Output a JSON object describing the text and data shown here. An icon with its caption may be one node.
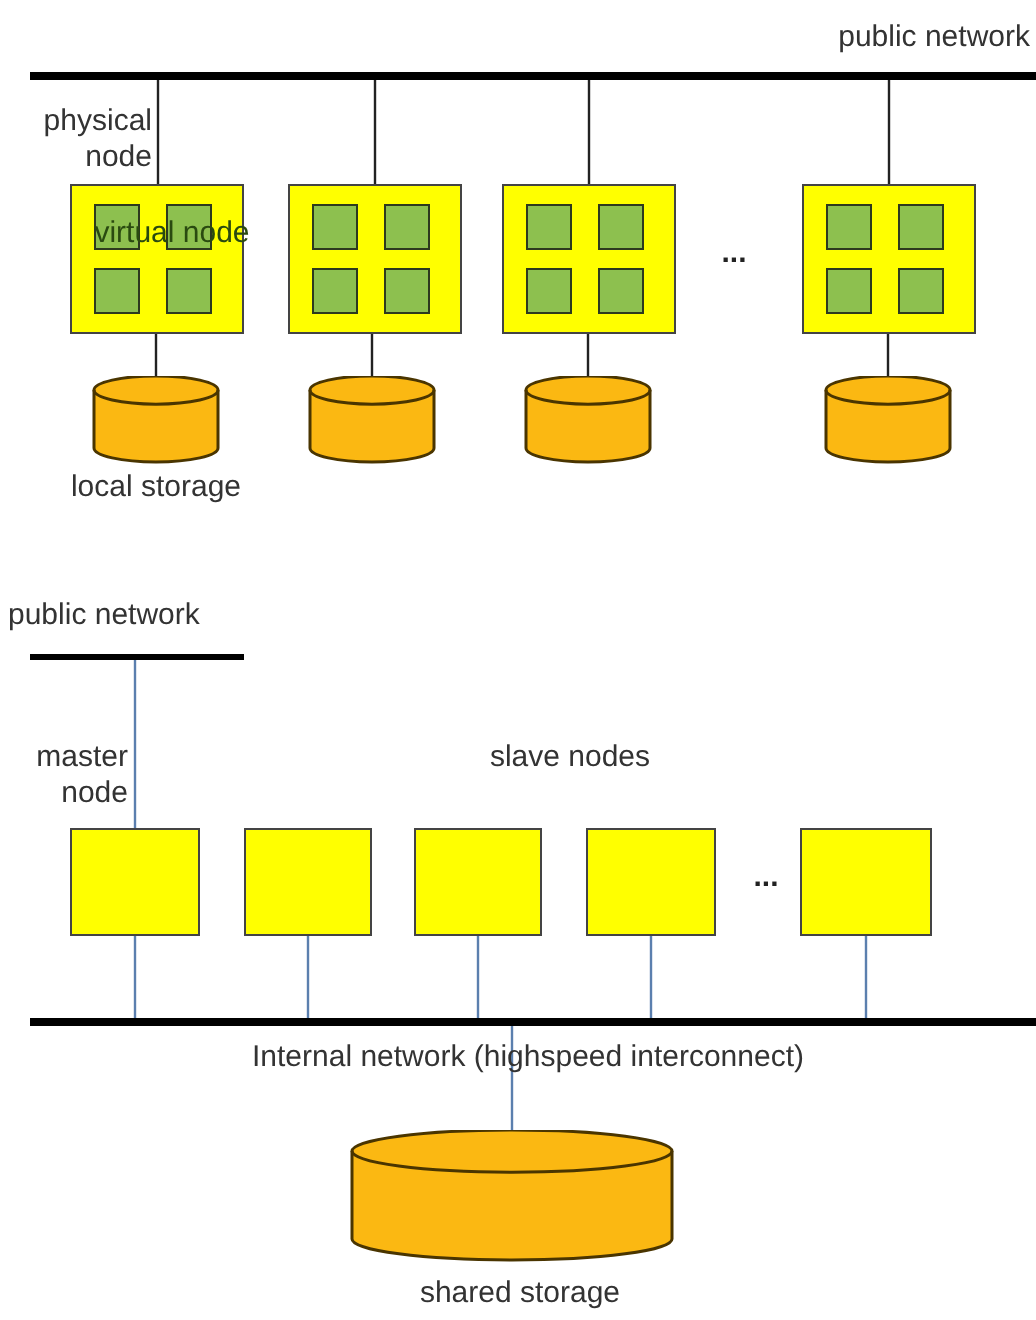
{
  "diagram": {
    "nodes": [
      {
        "text": [],
        "shape": "bar",
        "beside": [
          "public network"
        ]
      },
      {
        "text": [],
        "shape": "box",
        "beside": [
          "physical node"
        ]
      },
      {
        "text": [],
        "shape": "box",
        "in": 1
      },
      {
        "text": [],
        "shape": "box",
        "in": 1
      },
      {
        "text": [],
        "shape": "box",
        "in": 1
      },
      {
        "text": [],
        "shape": "box",
        "in": 1
      },
      {
        "text": [],
        "shape": "box"
      },
      {
        "text": [],
        "shape": "box",
        "in": 6
      },
      {
        "text": [],
        "shape": "box",
        "in": 6
      },
      {
        "text": [],
        "shape": "box",
        "in": 6
      },
      {
        "text": [],
        "shape": "box",
        "in": 6
      },
      {
        "text": [],
        "shape": "box"
      },
      {
        "text": [],
        "shape": "box",
        "in": 11
      },
      {
        "text": [],
        "shape": "box",
        "in": 11
      },
      {
        "text": [],
        "shape": "box",
        "in": 11
      },
      {
        "text": [],
        "shape": "box",
        "in": 11
      },
      {
        "text": [],
        "shape": "box"
      },
      {
        "text": [],
        "shape": "box",
        "in": 16
      },
      {
        "text": [],
        "shape": "box",
        "in": 16
      },
      {
        "text": [],
        "shape": "box",
        "in": 16
      },
      {
        "text": [],
        "shape": "box",
        "in": 16
      },
      {
        "text": [],
        "shape": "cylinder",
        "beside": [
          "local storage"
        ]
      },
      {
        "text": [],
        "shape": "cylinder"
      },
      {
        "text": [],
        "shape": "cylinder"
      },
      {
        "text": [],
        "shape": "cylinder"
      },
      {
        "text": [],
        "shape": "bar",
        "beside": [
          "public network"
        ]
      },
      {
        "text": [],
        "shape": "box",
        "beside": [
          "master node"
        ]
      },
      {
        "text": [],
        "shape": "box"
      },
      {
        "text": [],
        "shape": "box"
      },
      {
        "text": [],
        "shape": "box"
      },
      {
        "text": [],
        "shape": "box"
      },
      {
        "text": [],
        "shape": "bar",
        "beside": [
          "Internal network (highspeed interconnect)"
        ]
      },
      {
        "text": [],
        "shape": "cylinder",
        "beside": [
          "shared storage"
        ]
      }
    ],
    "edges": [
      {
        "from": 0,
        "to": 1,
        "arrow": "none"
      },
      {
        "from": 0,
        "to": 6,
        "arrow": "none"
      },
      {
        "from": 0,
        "to": 11,
        "arrow": "none"
      },
      {
        "from": 0,
        "to": 16,
        "arrow": "none"
      },
      {
        "from": 1,
        "to": 21,
        "arrow": "none"
      },
      {
        "from": 6,
        "to": 22,
        "arrow": "none"
      },
      {
        "from": 11,
        "to": 23,
        "arrow": "none"
      },
      {
        "from": 16,
        "to": 24,
        "arrow": "none"
      },
      {
        "from": 25,
        "to": 26,
        "arrow": "none",
        "color": "#5b7fae"
      },
      {
        "from": 26,
        "to": 31,
        "arrow": "none",
        "color": "#5b7fae"
      },
      {
        "from": 27,
        "to": 31,
        "arrow": "none",
        "color": "#5b7fae"
      },
      {
        "from": 28,
        "to": 31,
        "arrow": "none",
        "color": "#5b7fae"
      },
      {
        "from": 29,
        "to": 31,
        "arrow": "none",
        "color": "#5b7fae"
      },
      {
        "from": 30,
        "to": 31,
        "arrow": "none",
        "color": "#5b7fae"
      },
      {
        "from": 31,
        "to": 32,
        "arrow": "none",
        "color": "#5b7fae"
      }
    ],
    "labels": [
      "virtual node",
      "...",
      "slave nodes",
      "..."
    ]
  }
}
